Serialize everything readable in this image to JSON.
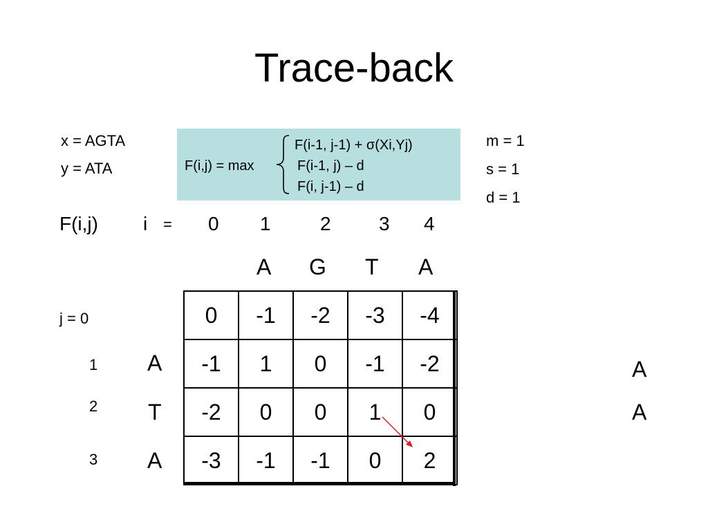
{
  "title": "Trace-back",
  "sequences": {
    "x": "x = AGTA",
    "y": "y = ATA"
  },
  "formula": {
    "lhs": "F(i,j) = max",
    "case1": "F(i-1, j-1) + σ(Xi,Yj)",
    "case2": "F(i-1, j) – d",
    "case3": "F(i, j-1) – d",
    "box_color": "#b7dfe0"
  },
  "params": {
    "m": "m =  1",
    "s": "s  = 1",
    "d": "d  = 1"
  },
  "matrix": {
    "label": "F(i,j)",
    "i_label": "i",
    "i_eq": "=",
    "i_indices": [
      "0",
      "1",
      "2",
      "3",
      "4"
    ],
    "col_letters": [
      "A",
      "G",
      "T",
      "A"
    ],
    "j_label": "j = 0",
    "row_indices": [
      "1",
      "2",
      "3"
    ],
    "row_letters": [
      "A",
      "T",
      "A"
    ],
    "cells": [
      [
        "0",
        "-1",
        "-2",
        "-3",
        "-4"
      ],
      [
        "-1",
        "1",
        "0",
        "-1",
        "-2"
      ],
      [
        "-2",
        "0",
        "0",
        "1",
        "0"
      ],
      [
        "-3",
        "-1",
        "-1",
        "0",
        "2"
      ]
    ],
    "arrow_color": "#e02020"
  },
  "alignment": {
    "line1": "A",
    "line2": "A"
  }
}
